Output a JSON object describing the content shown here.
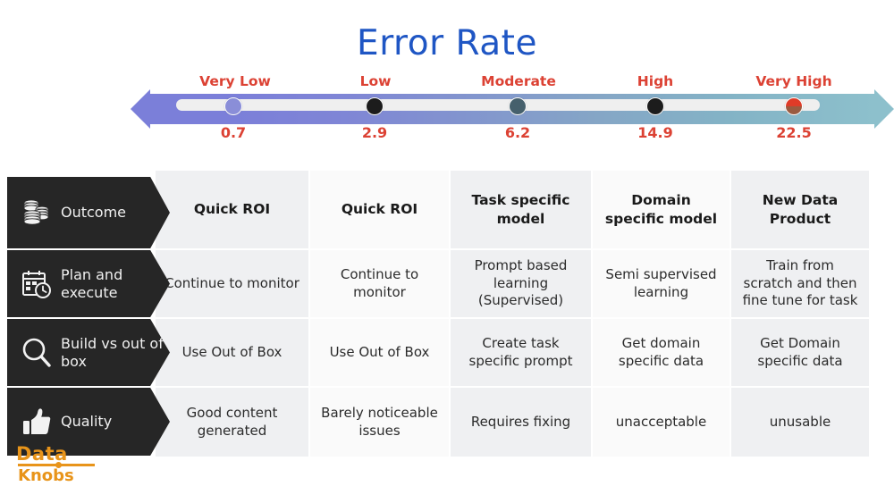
{
  "title": "Error Rate",
  "colors": {
    "title": "#1f56c4",
    "scale_label": "#dc4234",
    "band_start": "#7b7fd9",
    "band_end": "#8dc0cc",
    "row_label_bg": "#262626",
    "logo": "#e8941a"
  },
  "chart_data": {
    "type": "scatter",
    "title": "Error Rate",
    "xlabel": "",
    "ylabel": "",
    "categories": [
      "Very Low",
      "Low",
      "Moderate",
      "High",
      "Very High"
    ],
    "values": [
      0.7,
      2.9,
      6.2,
      14.9,
      22.5
    ],
    "marker_colors": [
      "#8a8ed8",
      "#1c1c1c",
      "#46606c",
      "#1c1c1c",
      "#e03b28"
    ],
    "marker_positions_pct": [
      9.0,
      31.0,
      53.3,
      74.6,
      96.2
    ],
    "grid": false,
    "legend": "none",
    "annotations": [
      "gradient arrow from Very Low (purple) to Very High (teal)"
    ]
  },
  "scale": {
    "points": [
      {
        "label": "Very Low",
        "value": "0.7",
        "color": "#8a8ed8"
      },
      {
        "label": "Low",
        "value": "2.9",
        "color": "#1c1c1c"
      },
      {
        "label": "Moderate",
        "value": "6.2",
        "color": "#46606c"
      },
      {
        "label": "High",
        "value": "14.9",
        "color": "#1c1c1c"
      },
      {
        "label": "Very High",
        "value": "22.5",
        "color": "#e03b28"
      }
    ]
  },
  "table": {
    "row_labels": [
      {
        "text": "Outcome",
        "icon": "coins-stack-icon"
      },
      {
        "text": "Plan and execute",
        "icon": "calendar-clock-icon"
      },
      {
        "text": "Build vs out of box",
        "icon": "magnifier-icon"
      },
      {
        "text": "Quality",
        "icon": "thumbs-up-icon"
      }
    ],
    "columns": [
      {
        "header": "Quick ROI",
        "cells": [
          "Continue to monitor",
          "Use Out of Box",
          "Good content generated"
        ]
      },
      {
        "header": "Quick ROI",
        "cells": [
          "Continue to monitor",
          "Use Out of Box",
          "Barely noticeable issues"
        ]
      },
      {
        "header": "Task specific model",
        "cells": [
          "Prompt based learning (Supervised)",
          "Create task specific prompt",
          "Requires fixing"
        ]
      },
      {
        "header": "Domain specific model",
        "cells": [
          "Semi supervised learning",
          "Get domain specific data",
          "unacceptable"
        ]
      },
      {
        "header": "New Data Product",
        "cells": [
          "Train from scratch and then fine tune for task",
          "Get Domain specific data",
          "unusable"
        ]
      }
    ]
  },
  "logo": {
    "top": "Data",
    "bottom": "Knobs"
  }
}
